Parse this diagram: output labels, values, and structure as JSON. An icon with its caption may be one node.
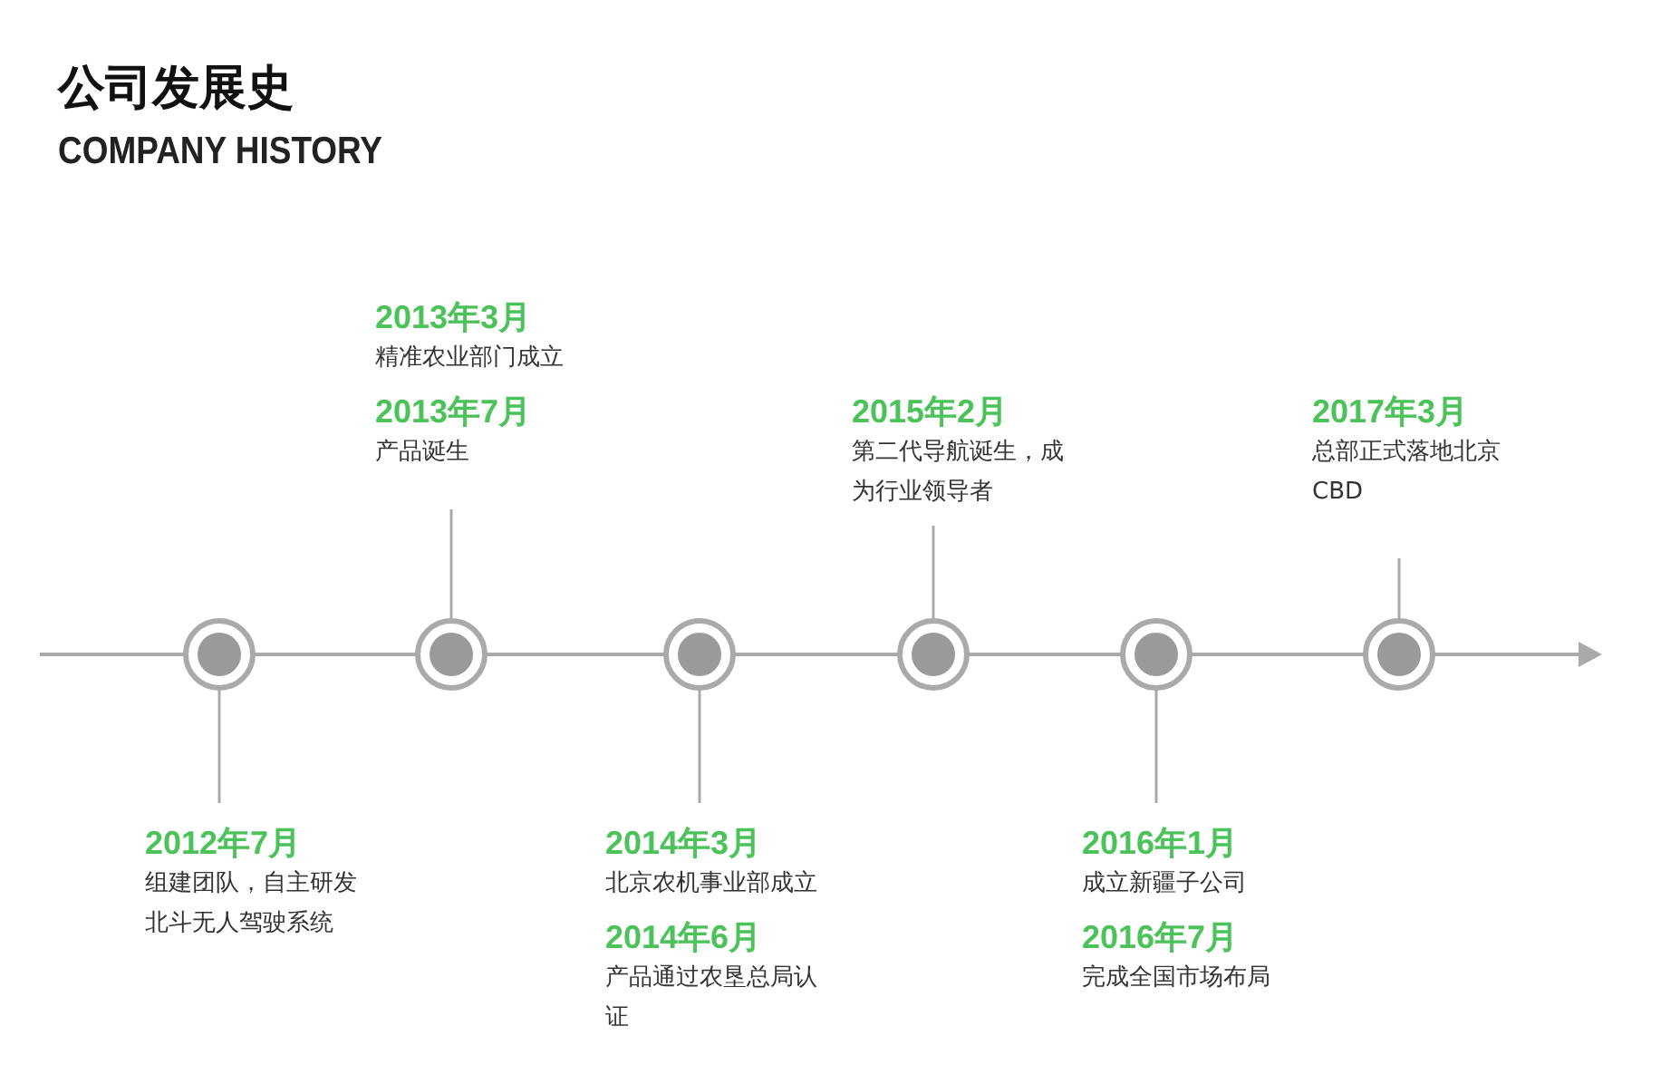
{
  "diagram": {
    "title": "公司发展史",
    "nodes": [
      {
        "text": [],
        "shape": "circle"
      },
      {
        "text": [],
        "shape": "circle"
      },
      {
        "text": [],
        "shape": "circle"
      },
      {
        "text": [],
        "shape": "circle"
      },
      {
        "text": [],
        "shape": "circle"
      },
      {
        "text": [],
        "shape": "circle"
      },
      {
        "text": [
          "2012年7月",
          "组建团队，自主研发北斗无人驾驶系统"
        ]
      },
      {
        "text": [
          "2013年3月",
          "精准农业部门成立",
          "2013年7月",
          "产品诞生"
        ]
      },
      {
        "text": [
          "2014年3月",
          "北京农机事业部成立",
          "2014年6月",
          "产品通过农垦总局认证"
        ]
      },
      {
        "text": [
          "2015年2月",
          "第二代导航诞生，成为行业领导者"
        ]
      },
      {
        "text": [
          "2016年1月",
          "成立新疆子公司",
          "2016年7月",
          "完成全国市场布局"
        ]
      },
      {
        "text": [
          "2017年3月",
          "总部正式落地北京CBD"
        ]
      }
    ],
    "edges": [
      {
        "from": 6,
        "to": 0,
        "arrow": "none"
      },
      {
        "from": 7,
        "to": 1,
        "arrow": "none"
      },
      {
        "from": 8,
        "to": 2,
        "arrow": "none"
      },
      {
        "from": 9,
        "to": 3,
        "arrow": "none"
      },
      {
        "from": 10,
        "to": 4,
        "arrow": "none"
      },
      {
        "from": 11,
        "to": 5,
        "arrow": "none"
      }
    ],
    "labels": [
      "COMPANY HISTORY"
    ]
  }
}
